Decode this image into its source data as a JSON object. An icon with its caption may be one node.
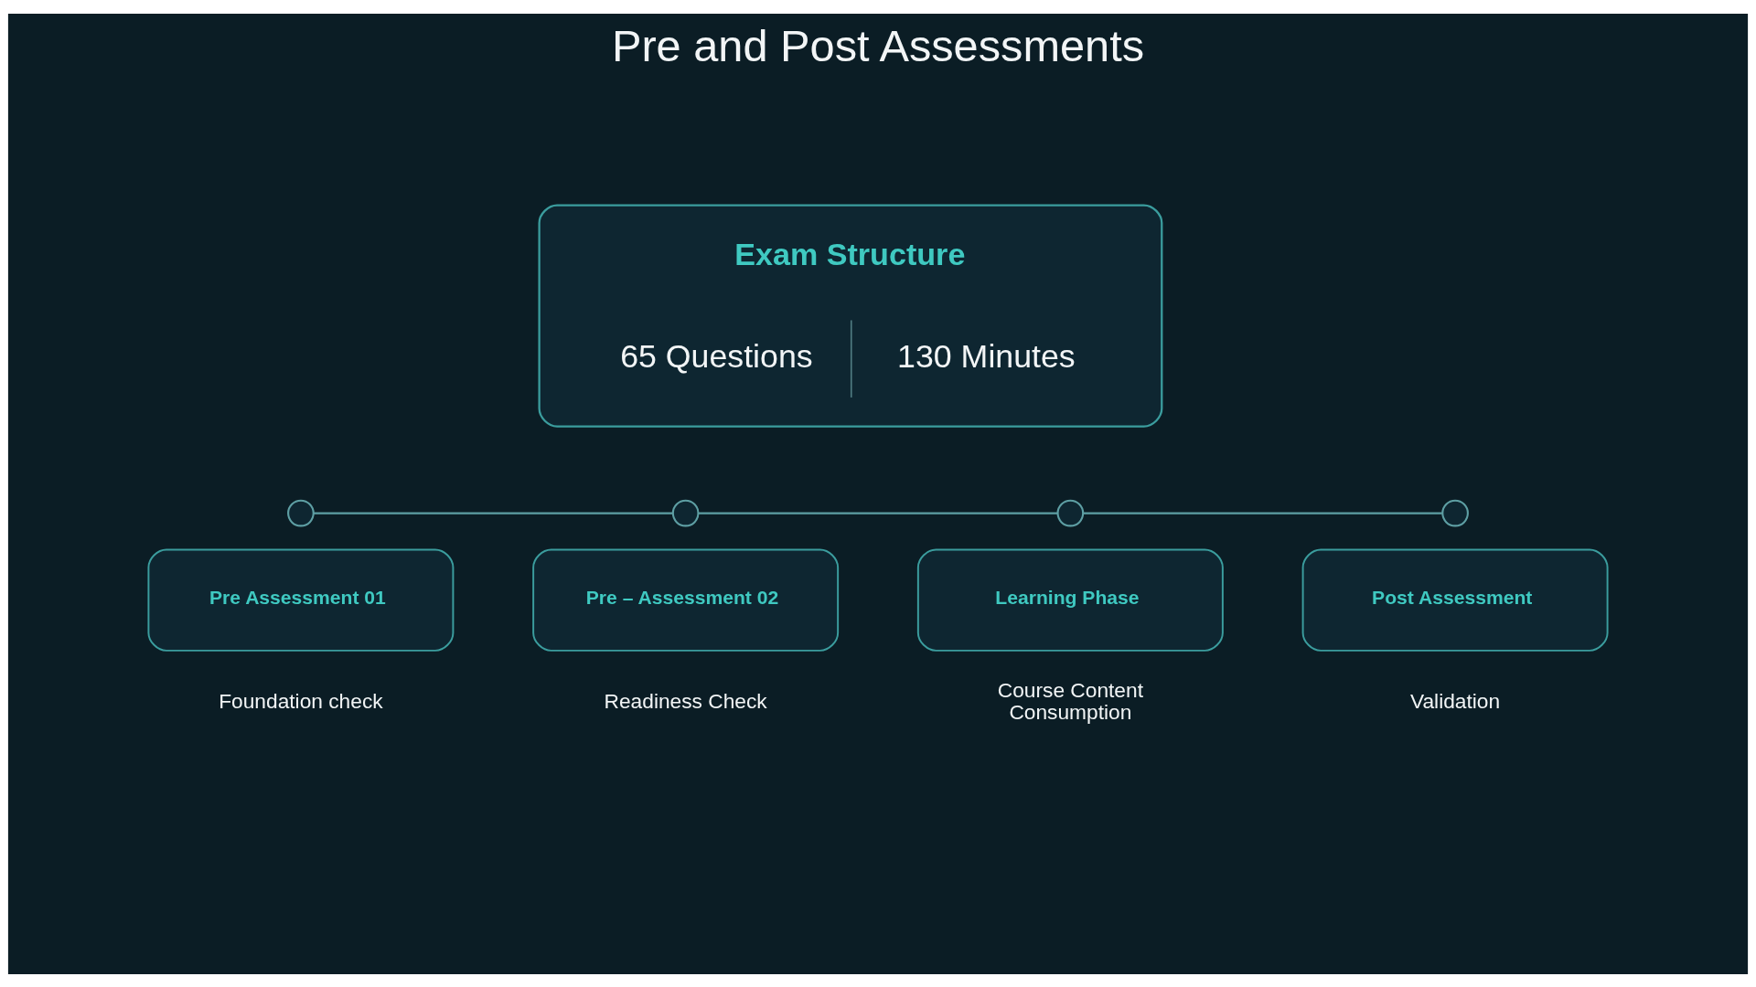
{
  "diagram": {
    "title": "Pre and Post Assessments",
    "nodes": [
      {
        "text": [
          "Exam Structure",
          "65 Questions",
          "130 Minutes"
        ]
      },
      {
        "text": [],
        "shape": "circle"
      },
      {
        "text": [],
        "shape": "circle"
      },
      {
        "text": [],
        "shape": "circle"
      },
      {
        "text": [],
        "shape": "circle"
      },
      {
        "text": [
          "Pre Assessment 01"
        ],
        "beside": [
          "Foundation check"
        ]
      },
      {
        "text": [
          "Pre – Assessment 02"
        ],
        "beside": [
          "Readiness Check"
        ]
      },
      {
        "text": [
          "Learning Phase"
        ],
        "beside": [
          "Course Content Consumption"
        ]
      },
      {
        "text": [
          "Post Assessment"
        ],
        "beside": [
          "Validation"
        ]
      }
    ],
    "edges": [
      {
        "from": 1,
        "to": 2,
        "arrow": "none"
      },
      {
        "from": 2,
        "to": 3,
        "arrow": "none"
      },
      {
        "from": 3,
        "to": 4,
        "arrow": "none"
      }
    ]
  }
}
